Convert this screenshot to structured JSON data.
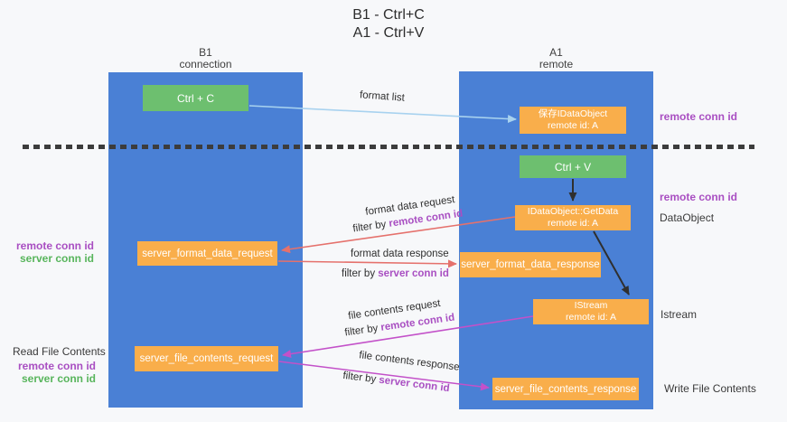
{
  "title": {
    "line1": "B1 - Ctrl+C",
    "line2": "A1 - Ctrl+V"
  },
  "lanes": {
    "left": {
      "name": "B1",
      "role": "connection"
    },
    "right": {
      "name": "A1",
      "role": "remote"
    }
  },
  "nodes": {
    "ctrl_c": {
      "label": "Ctrl + C"
    },
    "ctrl_v": {
      "label": "Ctrl + V"
    },
    "save_dataobject": {
      "line1": "保存IDataObject",
      "line2": "remote id: A"
    },
    "getdata": {
      "line1": "IDataObject::GetData",
      "line2": "remote id: A"
    },
    "istream": {
      "line1": "IStream",
      "line2": "remote id: A"
    },
    "server_format_data_request": {
      "label": "server_format_data_request"
    },
    "server_format_data_response": {
      "label": "server_format_data_response"
    },
    "server_file_contents_request": {
      "label": "server_file_contents_request"
    },
    "server_file_contents_response": {
      "label": "server_file_contents_response"
    }
  },
  "flow_labels": {
    "format_list": "format list",
    "format_data_request": "format data request",
    "format_data_response": "format data response",
    "file_contents_request": "file contents request",
    "file_contents_response": "file contents response",
    "filter_by": "filter by",
    "remote_conn_id": "remote conn id",
    "server_conn_id": "server conn id"
  },
  "side_labels": {
    "remote_conn_id": "remote conn id",
    "server_conn_id": "server conn id",
    "dataobject": "DataObject",
    "istream": "Istream",
    "read_file_contents": "Read File Contents",
    "write_file_contents": "Write File Contents"
  },
  "colors": {
    "lane_blue": "#4a80d5",
    "node_orange": "#f9ae4b",
    "node_green": "#6dbf6f",
    "arrow_lightblue": "#a8d2ef",
    "arrow_salmon": "#e5716c",
    "arrow_magenta": "#c351c9",
    "arrow_black": "#2f2f2f",
    "label_purple": "#a94fc2",
    "label_green": "#58b55c"
  }
}
